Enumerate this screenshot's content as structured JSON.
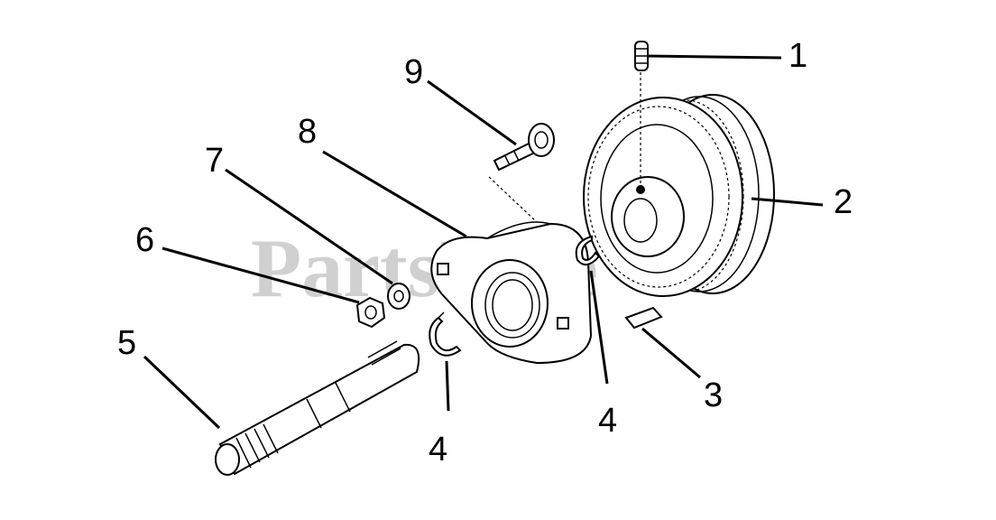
{
  "watermark": {
    "text": "PartsTree",
    "trademark": "TM"
  },
  "callouts": [
    {
      "id": "c1",
      "label": "1"
    },
    {
      "id": "c2",
      "label": "2"
    },
    {
      "id": "c3",
      "label": "3"
    },
    {
      "id": "c4a",
      "label": "4"
    },
    {
      "id": "c4b",
      "label": "4"
    },
    {
      "id": "c5",
      "label": "5"
    },
    {
      "id": "c6",
      "label": "6"
    },
    {
      "id": "c7",
      "label": "7"
    },
    {
      "id": "c8",
      "label": "8"
    },
    {
      "id": "c9",
      "label": "9"
    }
  ],
  "colors": {
    "line": "#000000",
    "watermark": "#d0d0d0",
    "background": "#ffffff"
  }
}
